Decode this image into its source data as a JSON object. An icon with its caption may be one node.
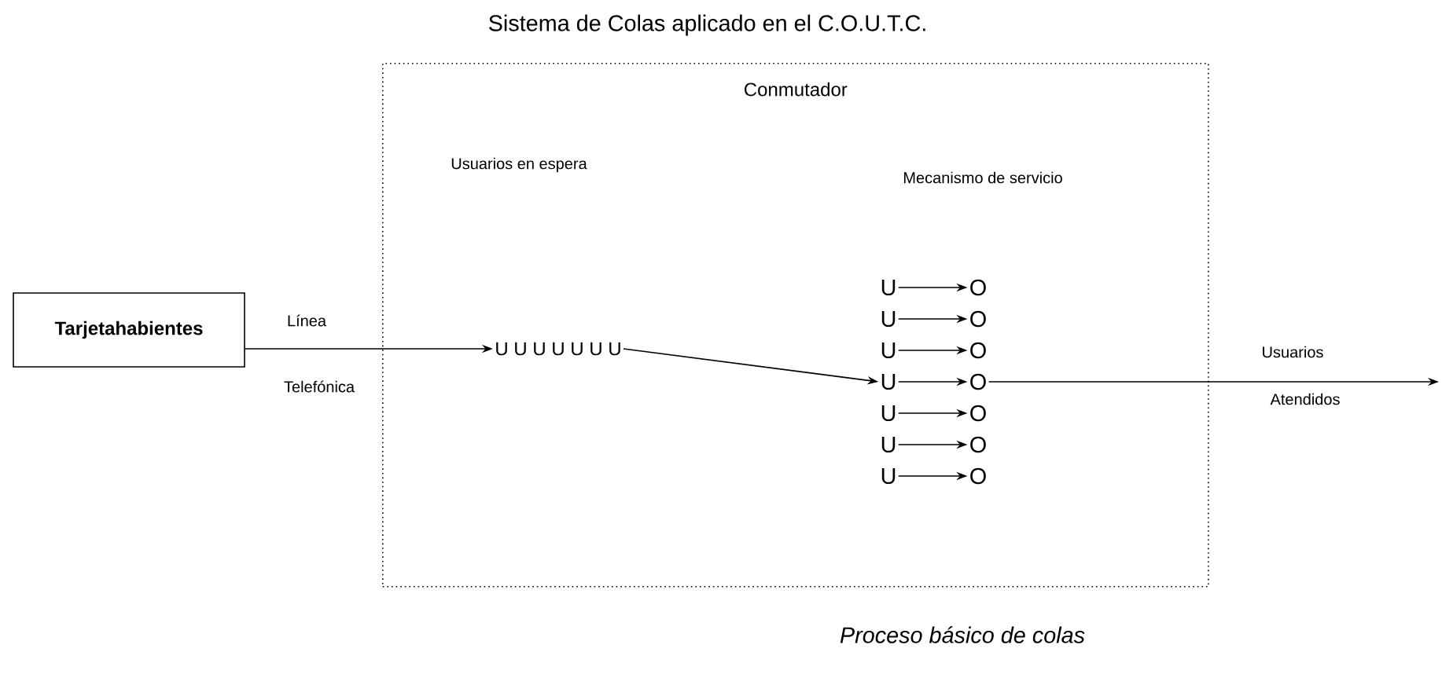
{
  "diagram": {
    "title": "Sistema de Colas aplicado en el C.O.U.T.C.",
    "caption": "Proceso básico de colas",
    "nodes": [
      {
        "text": [
          "Tarjetahabientes"
        ]
      },
      {
        "text": [
          "Conmutador"
        ]
      },
      {
        "text": [
          "U U U U U U U"
        ],
        "in": 1
      },
      {
        "text": [
          "U"
        ],
        "in": 1
      },
      {
        "text": [
          "U"
        ],
        "in": 1
      },
      {
        "text": [
          "U"
        ],
        "in": 1
      },
      {
        "text": [
          "U"
        ],
        "in": 1
      },
      {
        "text": [
          "U"
        ],
        "in": 1
      },
      {
        "text": [
          "U"
        ],
        "in": 1
      },
      {
        "text": [
          "U"
        ],
        "in": 1
      },
      {
        "text": [
          "O"
        ],
        "in": 1
      },
      {
        "text": [
          "O"
        ],
        "in": 1
      },
      {
        "text": [
          "O"
        ],
        "in": 1
      },
      {
        "text": [
          "O"
        ],
        "in": 1
      },
      {
        "text": [
          "O"
        ],
        "in": 1
      },
      {
        "text": [
          "O"
        ],
        "in": 1
      },
      {
        "text": [
          "O"
        ],
        "in": 1
      }
    ],
    "edges": [
      {
        "from": 0,
        "to": 2,
        "arrow": "to"
      },
      {
        "from": 2,
        "to": 6,
        "arrow": "to"
      },
      {
        "from": 3,
        "to": 10,
        "arrow": "to"
      },
      {
        "from": 4,
        "to": 11,
        "arrow": "to"
      },
      {
        "from": 5,
        "to": 12,
        "arrow": "to"
      },
      {
        "from": 6,
        "to": 13,
        "arrow": "to"
      },
      {
        "from": 7,
        "to": 14,
        "arrow": "to"
      },
      {
        "from": 8,
        "to": 15,
        "arrow": "to"
      },
      {
        "from": 9,
        "to": 16,
        "arrow": "to"
      },
      {
        "from": 13,
        "to": null,
        "arrow": "to"
      }
    ],
    "labels": [
      "Usuarios en espera",
      "Mecanismo de servicio",
      "Línea",
      "Telefónica",
      "Usuarios",
      "Atendidos"
    ]
  }
}
